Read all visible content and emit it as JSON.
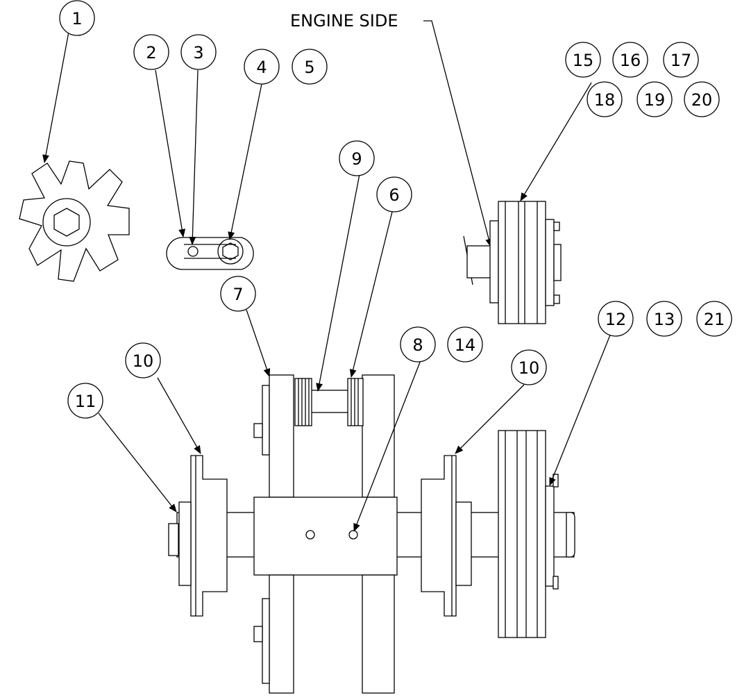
{
  "title_note": "ENGINE SIDE",
  "balloons": [
    "1",
    "2",
    "3",
    "4",
    "5",
    "15",
    "16",
    "17",
    "18",
    "19",
    "20",
    "9",
    "6",
    "7",
    "8",
    "14",
    "10",
    "10",
    "11",
    "12",
    "13",
    "21"
  ],
  "colors": {
    "line": "#000000",
    "background": "#ffffff"
  }
}
